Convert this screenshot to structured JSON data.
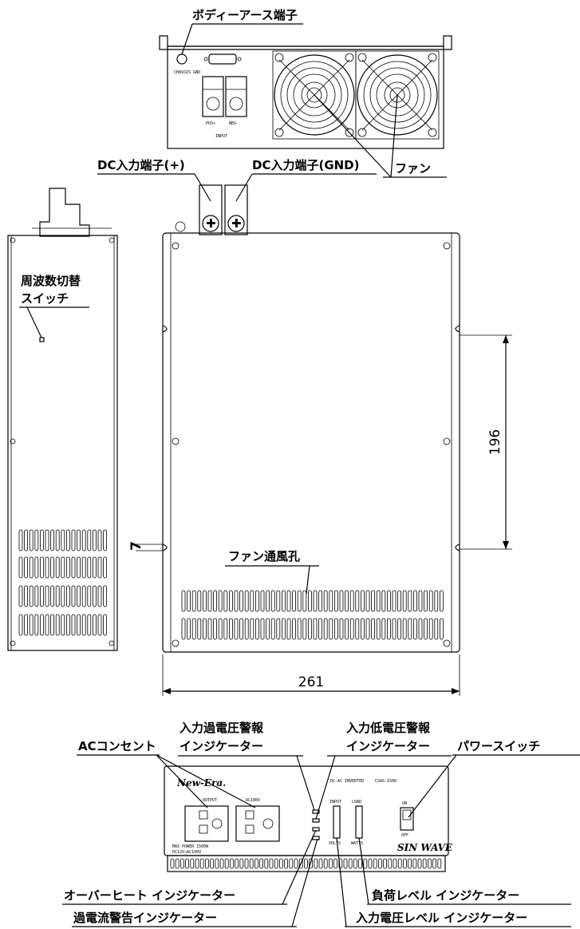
{
  "labels": {
    "body_earth": "ボディーアース端子",
    "dc_pos": "DC入力端子(+)",
    "dc_gnd": "DC入力端子(GND)",
    "fan": "ファン",
    "freq_switch_1": "周波数切替",
    "freq_switch_2": "スイッチ",
    "fan_vent": "ファン通風孔",
    "ac_outlet": "ACコンセント",
    "over_volt_1": "入力過電圧警報",
    "over_volt_2": "インジケーター",
    "low_volt_1": "入力低電圧警報",
    "low_volt_2": "インジケーター",
    "power_switch": "パワースイッチ",
    "overheat": "オーバーヒート インジケーター",
    "overcurrent": "過電流警告インジケーター",
    "load_level": "負荷レベル インジケーター",
    "input_volt_level": "入力電圧レベル インジケーター"
  },
  "dimensions": {
    "height": "196",
    "width": "261",
    "slot": "7"
  },
  "panel_text": {
    "chassis_gnd": "CHASSIS GND",
    "input": "INPUT",
    "pos": "POS+",
    "neg": "NEG-",
    "brand": "New-Era.",
    "model_desc": "DC-AC INVERTER",
    "model": "CSAS-1500",
    "output": "OUTPUT",
    "ac_v": "AC100V",
    "max_power": "MAX POWER 1500W",
    "dc_ac": "DC12V→AC100V",
    "input_lbl": "INPUT",
    "volts": "VOLTS",
    "load_lbl": "LOAD",
    "watts": "WATTS",
    "on": "ON",
    "off": "OFF",
    "sine": "SIN WAVE"
  }
}
